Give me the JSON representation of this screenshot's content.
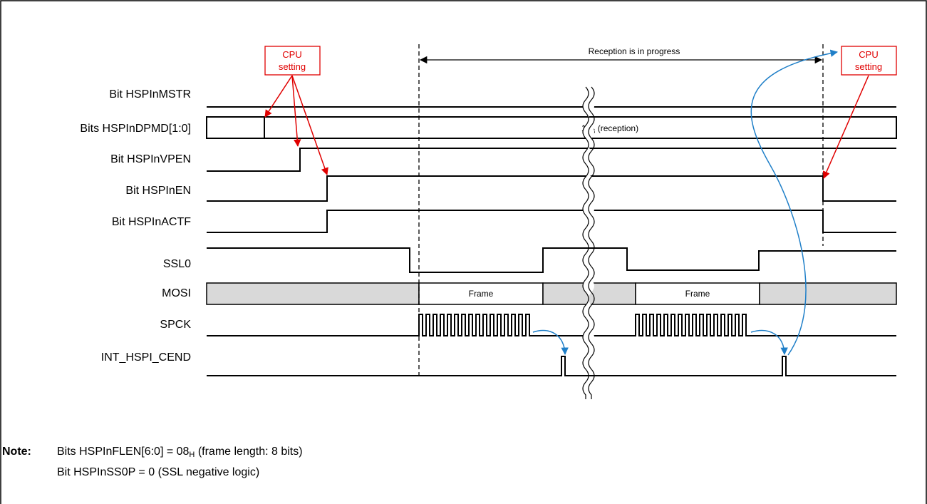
{
  "signals": [
    {
      "id": "mstr",
      "label": "Bit HSPInMSTR"
    },
    {
      "id": "dpmd",
      "label": "Bits HSPInDPMD[1:0]"
    },
    {
      "id": "vpen",
      "label": "Bit HSPInVPEN"
    },
    {
      "id": "en",
      "label": "Bit HSPInEN"
    },
    {
      "id": "actf",
      "label": "Bit HSPInACTF"
    },
    {
      "id": "ssl0",
      "label": "SSL0"
    },
    {
      "id": "mosi",
      "label": "MOSI"
    },
    {
      "id": "spck",
      "label": "SPCK"
    },
    {
      "id": "cend",
      "label": "INT_HSPI_CEND"
    }
  ],
  "callouts": {
    "left": {
      "line1": "CPU",
      "line2": "setting"
    },
    "right": {
      "line1": "CPU",
      "line2": "setting"
    }
  },
  "reception_label": "Reception is in progress",
  "dpmd_value": {
    "main": "10",
    "sub": "B",
    "rest": " (reception)"
  },
  "frame_labels": [
    "Frame",
    "Frame"
  ],
  "note": {
    "label": "Note:",
    "line1": {
      "pre": "Bits HSPInFLEN[6:0] = 08",
      "sub": "H",
      "post": " (frame length: 8 bits)"
    },
    "line2": "Bit HSPInSS0P = 0 (SSL negative logic)"
  },
  "colors": {
    "callout": "#e00000",
    "arrow_blue": "#1f7fc8",
    "shade": "#d9d9d9"
  },
  "spck_pulses_per_frame": 16
}
